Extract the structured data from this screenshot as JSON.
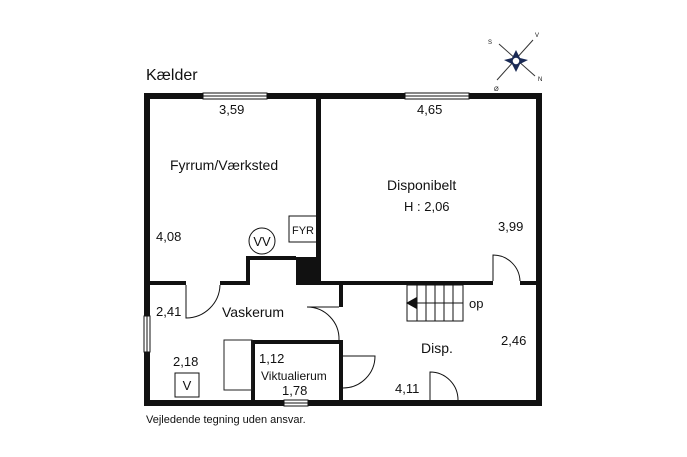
{
  "title": "Kælder",
  "footer": "Vejledende tegning uden ansvar.",
  "compass": {
    "n": "N",
    "s": "S",
    "v": "V",
    "o": "Ø"
  },
  "rooms": {
    "fyrrum": {
      "name": "Fyrrum/Værksted",
      "width": "3,59",
      "depth": "4,08"
    },
    "disponibelt": {
      "name": "Disponibelt",
      "height": "H : 2,06",
      "width": "4,65",
      "depth": "3,99"
    },
    "vaskerum": {
      "name": "Vaskerum",
      "depth": "2,41"
    },
    "disp": {
      "name": "Disp.",
      "width": "4,11",
      "depth": "2,46"
    },
    "viktualierum": {
      "name": "Viktualierum",
      "depth": "1,12",
      "width": "1,78"
    },
    "small": {
      "depth": "2,18"
    }
  },
  "fixtures": {
    "vv": "VV",
    "fyr": "FYR",
    "v": "V",
    "stairs": "op"
  },
  "colors": {
    "wall": "#111111",
    "line": "#222222"
  }
}
